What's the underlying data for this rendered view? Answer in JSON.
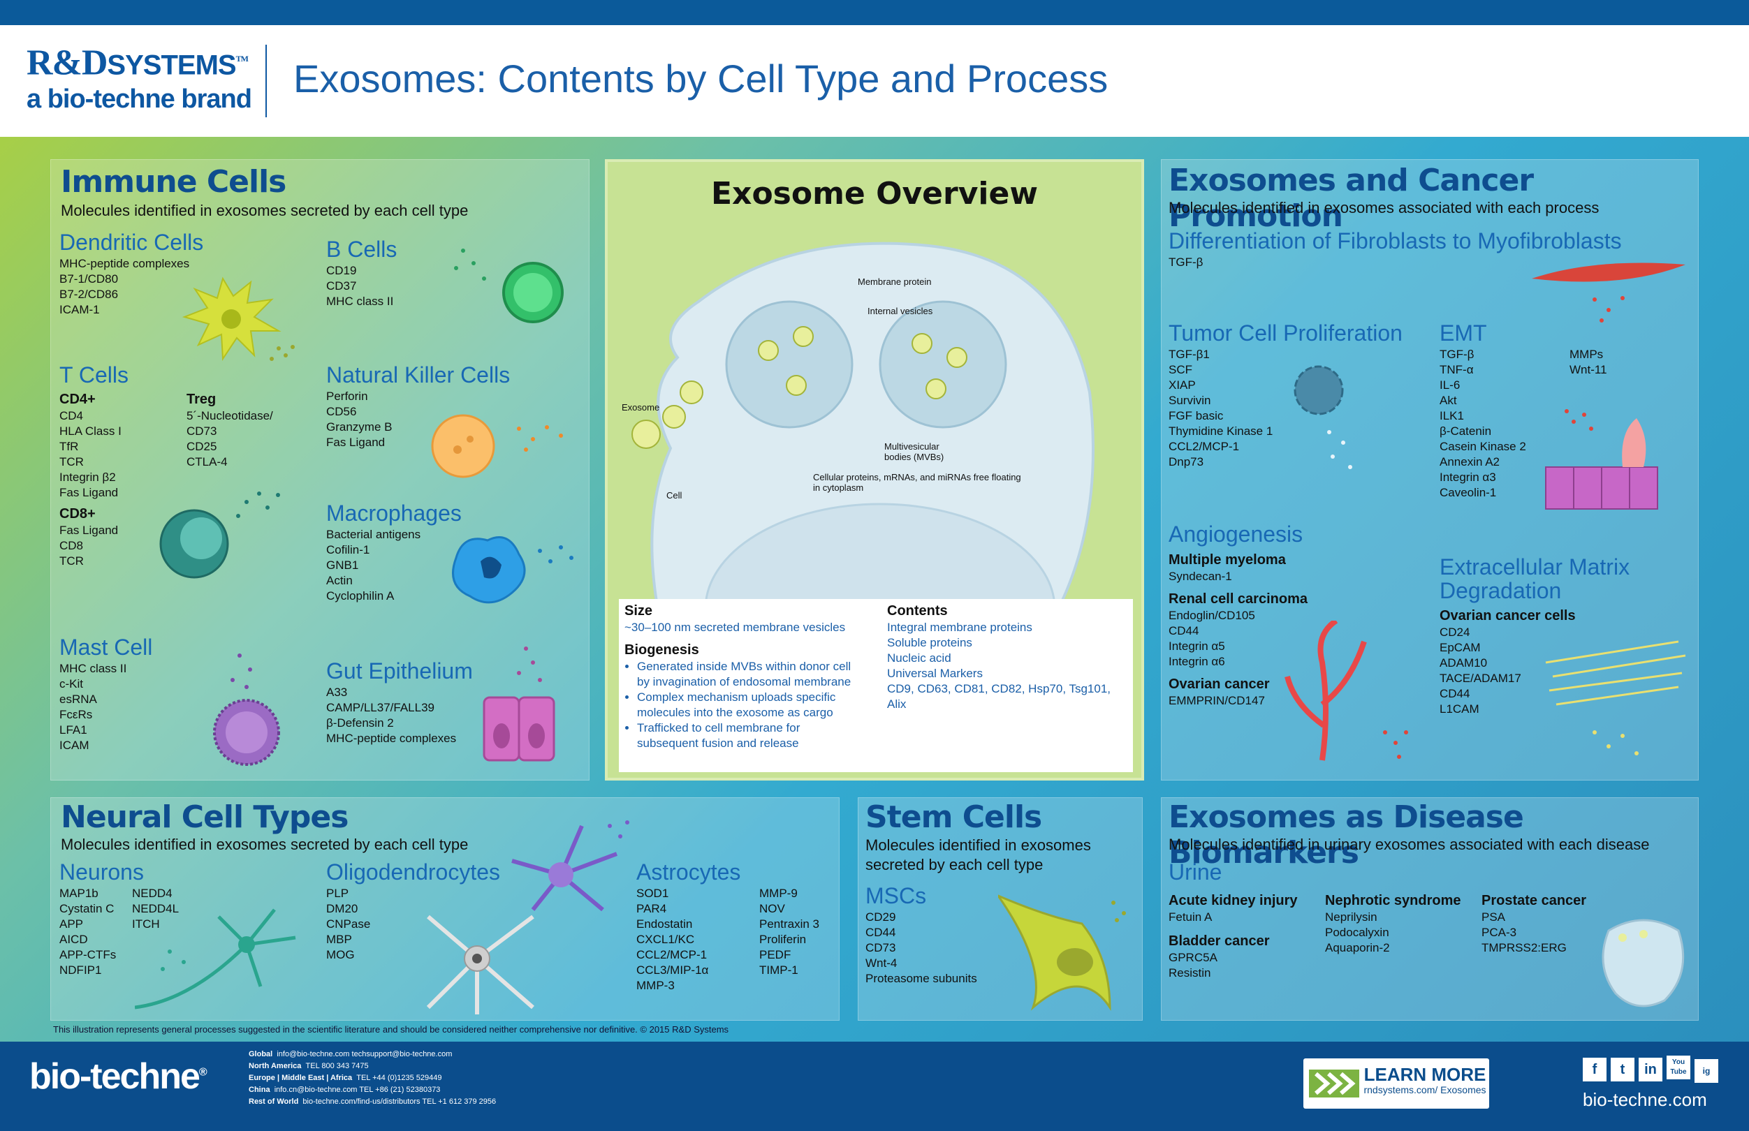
{
  "header": {
    "brand_line1": "R&D",
    "brand_line1b": "SYSTEMS",
    "brand_tm": "TM",
    "brand_line2": "a bio-techne brand",
    "title": "Exosomes: Contents by Cell Type and Process"
  },
  "immune": {
    "title": "Immune Cells",
    "subtitle": "Molecules identified in exosomes secreted by each cell type",
    "dendritic": {
      "title": "Dendritic Cells",
      "items": [
        "MHC-peptide complexes",
        "B7-1/CD80",
        "B7-2/CD86",
        "ICAM-1"
      ]
    },
    "bcells": {
      "title": "B Cells",
      "items": [
        "CD19",
        "CD37",
        "MHC class II"
      ]
    },
    "tcells": {
      "title": "T Cells",
      "cd4": "CD4+",
      "cd4_items": [
        "CD4",
        "HLA Class I",
        "TfR",
        "TCR",
        "Integrin β2",
        "Fas Ligand"
      ],
      "treg": "Treg",
      "treg_items": [
        "5´-Nucleotidase/",
        "CD73",
        "CD25",
        "CTLA-4"
      ],
      "cd8": "CD8+",
      "cd8_items": [
        "Fas Ligand",
        "CD8",
        "TCR"
      ]
    },
    "nk": {
      "title": "Natural Killer Cells",
      "items": [
        "Perforin",
        "CD56",
        "Granzyme B",
        "Fas Ligand"
      ]
    },
    "macro": {
      "title": "Macrophages",
      "items": [
        "Bacterial antigens",
        "Cofilin-1",
        "GNB1",
        "Actin",
        "Cyclophilin A"
      ]
    },
    "mast": {
      "title": "Mast Cell",
      "items": [
        "MHC class II",
        "c-Kit",
        "esRNA",
        "FcεRs",
        "LFA1",
        "ICAM"
      ]
    },
    "gut": {
      "title": "Gut Epithelium",
      "items": [
        "A33",
        "CAMP/LL37/FALL39",
        "β-Defensin 2",
        "MHC-peptide complexes"
      ]
    }
  },
  "overview": {
    "title": "Exosome Overview",
    "labels": {
      "membrane": "Membrane protein",
      "internal": "Internal vesicles",
      "exosome": "Exosome",
      "mvb": "Multivesicular bodies (MVBs)",
      "cell": "Cell",
      "free": "Cellular proteins, mRNAs, and miRNAs free floating in cytoplasm"
    },
    "size_h": "Size",
    "size_t": "~30–100 nm secreted membrane vesicles",
    "bio_h": "Biogenesis",
    "bio_items": [
      "Generated inside MVBs within donor cell by invagination of endosomal membrane",
      "Complex mechanism uploads specific molecules into the exosome as cargo",
      "Trafficked to cell membrane for subsequent fusion and release"
    ],
    "contents_h": "Contents",
    "contents_items": [
      "Integral membrane proteins",
      "Soluble proteins",
      "Nucleic acid",
      "Universal Markers",
      "CD9, CD63, CD81, CD82, Hsp70, Tsg101, Alix"
    ]
  },
  "cancer": {
    "title": "Exosomes and Cancer Promotion",
    "subtitle": "Molecules identified in exosomes associated with each process",
    "fibro": {
      "title": "Differentiation of Fibroblasts to Myofibroblasts",
      "items": [
        "TGF-β"
      ]
    },
    "tumor": {
      "title": "Tumor Cell Proliferation",
      "items": [
        "TGF-β1",
        "SCF",
        "XIAP",
        "Survivin",
        "FGF basic",
        "Thymidine Kinase 1",
        "CCL2/MCP-1",
        "Dnp73"
      ]
    },
    "emt": {
      "title": "EMT",
      "items": [
        "TGF-β",
        "TNF-α",
        "IL-6",
        "Akt",
        "ILK1",
        "β-Catenin",
        "Casein Kinase 2",
        "Annexin A2",
        "Integrin α3",
        "Caveolin-1"
      ],
      "items2": [
        "MMPs",
        "Wnt-11"
      ]
    },
    "angio": {
      "title": "Angiogenesis",
      "mm": "Multiple myeloma",
      "mm_items": [
        "Syndecan-1"
      ],
      "rcc": "Renal cell carcinoma",
      "rcc_items": [
        "Endoglin/CD105",
        "CD44",
        "Integrin α5",
        "Integrin α6"
      ],
      "oc": "Ovarian cancer",
      "oc_items": [
        "EMMPRIN/CD147"
      ]
    },
    "ecm": {
      "title": "Extracellular Matrix Degradation",
      "sub": "Ovarian cancer cells",
      "items": [
        "CD24",
        "EpCAM",
        "ADAM10",
        "TACE/ADAM17",
        "CD44",
        "L1CAM"
      ]
    }
  },
  "neural": {
    "title": "Neural Cell Types",
    "subtitle": "Molecules identified in exosomes secreted by each cell type",
    "neurons": {
      "title": "Neurons",
      "col1": [
        "MAP1b",
        "Cystatin C",
        "APP",
        "AICD",
        "APP-CTFs",
        "NDFIP1"
      ],
      "col2": [
        "NEDD4",
        "NEDD4L",
        "ITCH"
      ]
    },
    "oligo": {
      "title": "Oligodendrocytes",
      "items": [
        "PLP",
        "DM20",
        "CNPase",
        "MBP",
        "MOG"
      ]
    },
    "astro": {
      "title": "Astrocytes",
      "col1": [
        "SOD1",
        "PAR4",
        "Endostatin",
        "CXCL1/KC",
        "CCL2/MCP-1",
        "CCL3/MIP-1α",
        "MMP-3"
      ],
      "col2": [
        "MMP-9",
        "NOV",
        "Pentraxin 3",
        "Proliferin",
        "PEDF",
        "TIMP-1"
      ]
    }
  },
  "stem": {
    "title": "Stem Cells",
    "subtitle": "Molecules identified in exosomes secreted by each cell type",
    "msc": "MSCs",
    "items": [
      "CD29",
      "CD44",
      "CD73",
      "Wnt-4",
      "Proteasome subunits"
    ]
  },
  "bio": {
    "title": "Exosomes as Disease Biomarkers",
    "subtitle": "Molecules identified in urinary exosomes associated with each disease",
    "urine": "Urine",
    "aki": "Acute kidney injury",
    "aki_items": [
      "Fetuin A"
    ],
    "bc": "Bladder cancer",
    "bc_items": [
      "GPRC5A",
      "Resistin"
    ],
    "ns": "Nephrotic syndrome",
    "ns_items": [
      "Neprilysin",
      "Podocalyxin",
      "Aquaporin-2"
    ],
    "pc": "Prostate cancer",
    "pc_items": [
      "PSA",
      "PCA-3",
      "TMPRSS2:ERG"
    ]
  },
  "disclaimer": "This illustration represents general processes suggested in the scientific literature and should be considered neither comprehensive nor definitive. © 2015 R&D Systems",
  "footer": {
    "brand": "bio-techne",
    "brand_r": "®",
    "contacts": [
      [
        "Global",
        "info@bio-techne.com   techsupport@bio-techne.com"
      ],
      [
        "North America",
        "TEL 800 343 7475"
      ],
      [
        "Europe | Middle East | Africa",
        "TEL +44 (0)1235 529449"
      ],
      [
        "China",
        "info.cn@bio-techne.com   TEL +86 (21) 52380373"
      ],
      [
        "Rest of World",
        "bio-techne.com/find-us/distributors   TEL +1 612 379 2956"
      ]
    ],
    "learn": "LEARN MORE",
    "learn_url": "rndsystems.com/ Exosomes",
    "social": [
      "f",
      "t",
      "in",
      "You Tube",
      "ig"
    ],
    "url": "bio-techne.com"
  },
  "colors": {
    "brand_blue": "#0d57a2",
    "footer_blue": "#0b4d8c",
    "title_blue": "#1868b4",
    "overview_green": "#c7e294"
  }
}
